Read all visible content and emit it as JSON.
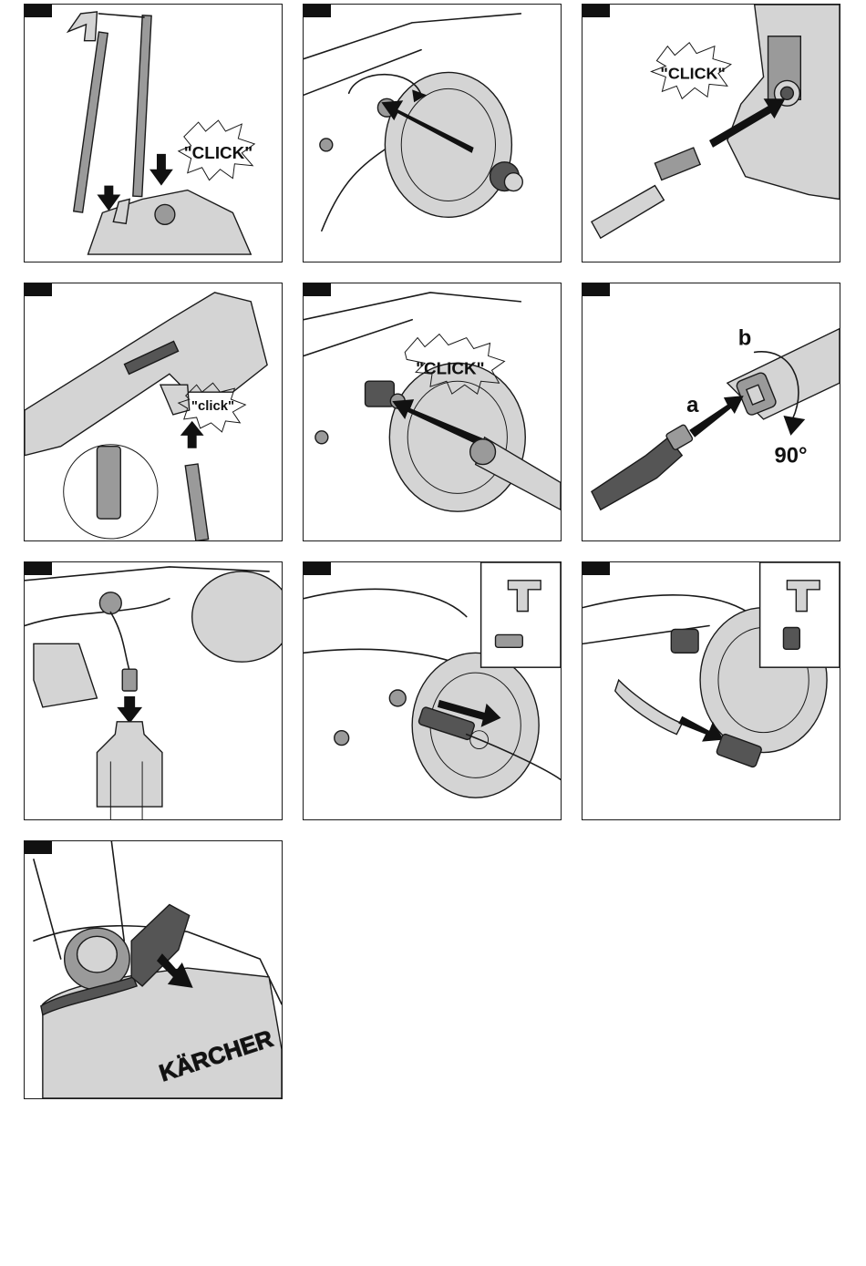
{
  "panels": [
    {
      "id": "p1",
      "callout": "\"CLICK\""
    },
    {
      "id": "p2"
    },
    {
      "id": "p3",
      "callout": "\"CLICK\""
    },
    {
      "id": "p4",
      "callout": "\"click\""
    },
    {
      "id": "p5",
      "callout": "\"CLICK\""
    },
    {
      "id": "p6",
      "label_a": "a",
      "label_b": "b",
      "angle": "90°"
    },
    {
      "id": "p7"
    },
    {
      "id": "p8"
    },
    {
      "id": "p9"
    },
    {
      "id": "p10",
      "brand": "KÄRCHER"
    }
  ],
  "colors": {
    "frame": "#1a1a1a",
    "tag": "#111111",
    "shade": "#9a9a9a"
  }
}
